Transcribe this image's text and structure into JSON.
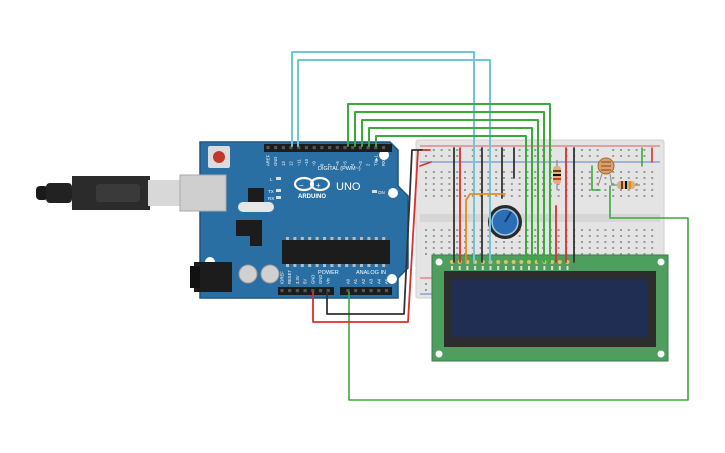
{
  "arduino": {
    "brand": "ARDUINO",
    "model": "UNO",
    "digital_label": "DIGITAL (PWM~)",
    "power_label": "POWER",
    "analog_label": "ANALOG IN",
    "led_on": "ON",
    "led_l": "L",
    "led_tx": "TX",
    "led_rx": "RX",
    "digital_pins": [
      "AREF",
      "GND",
      "13",
      "12",
      "~11",
      "~10",
      "~9",
      "8",
      "7",
      "~6",
      "~5",
      "4",
      "~3",
      "2",
      "TX▶1",
      "RX◀0"
    ],
    "power_pins": [
      "IOREF",
      "RESET",
      "3.3V",
      "5V",
      "GND",
      "GND",
      "Vin"
    ],
    "analog_pins": [
      "A0",
      "A1",
      "A2",
      "A3",
      "A4",
      "A5"
    ]
  },
  "colors": {
    "board": "#2a6fa3",
    "board_edge": "#1d5580",
    "breadboard": "#e4e4e4",
    "lcd_pcb": "#4e9e5e",
    "lcd_screen": "#1f2e52",
    "wire_cyan": "#6ec6d6",
    "wire_green": "#3aaa3a",
    "wire_red": "#d83030",
    "wire_black": "#333333",
    "wire_orange": "#e88a1a",
    "pot_knob": "#2a6fb5"
  }
}
